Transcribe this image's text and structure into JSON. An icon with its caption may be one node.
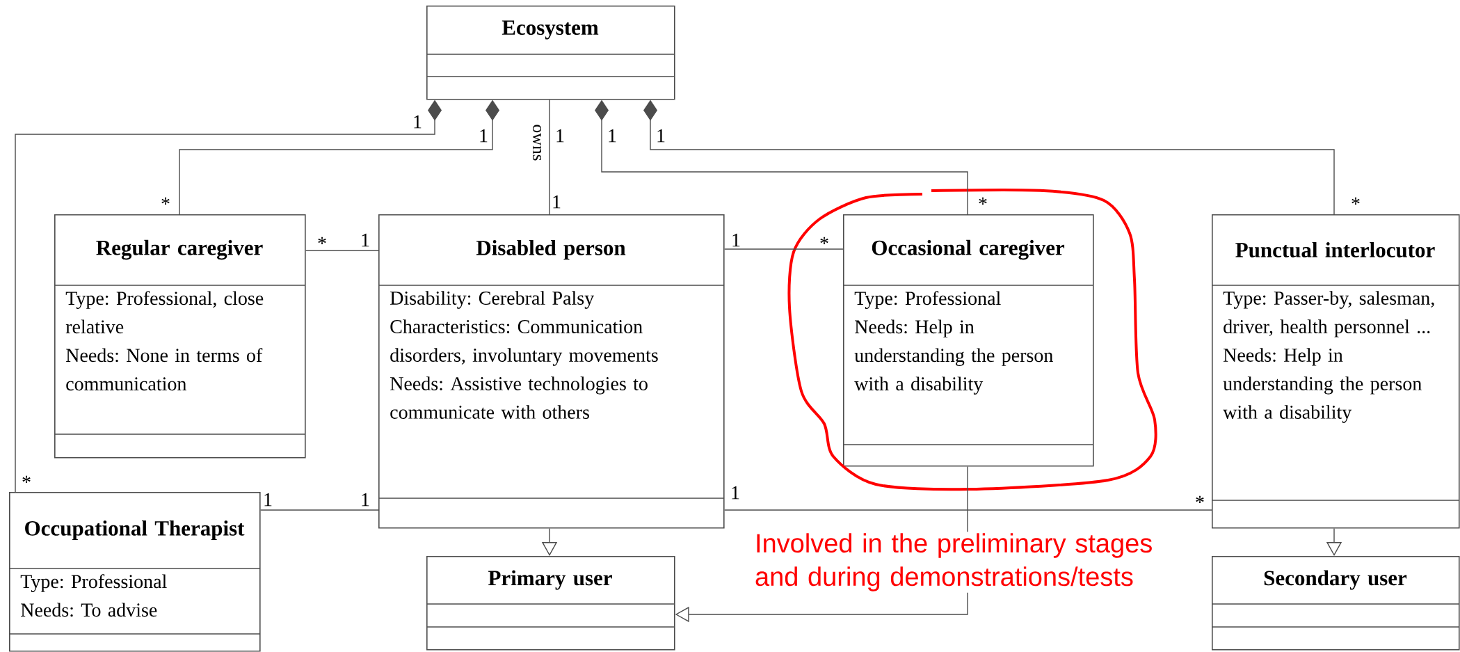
{
  "diagram": {
    "nodes": [
      {
        "text": [
          "Ecosystem"
        ]
      },
      {
        "text": [
          "Regular caregiver",
          "Type: Professional, close relative",
          "Needs: None in terms of communication"
        ]
      },
      {
        "text": [
          "Disabled person",
          "Disability: Cerebral Palsy",
          "Characteristics: Communication disorders, involuntary movements",
          "Needs: Assistive technologies to communicate with others"
        ]
      },
      {
        "text": [
          "Occasional caregiver",
          "Type: Professional",
          "Needs: Help in understanding the person with a disability"
        ]
      },
      {
        "text": [
          "Punctual interlocutor",
          "Type: Passer-by, salesman, driver, health personnel ...",
          "Needs: Help in understanding the person with a disability"
        ]
      },
      {
        "text": [
          "Occupational Therapist",
          "Type: Professional",
          "Needs: To advise"
        ]
      },
      {
        "text": [
          "Primary user"
        ]
      },
      {
        "text": [
          "Secondary user"
        ]
      }
    ],
    "edges": [
      {
        "from": 0,
        "to": 5,
        "arrow": "other"
      },
      {
        "from": 0,
        "to": 1,
        "arrow": "other"
      },
      {
        "from": 0,
        "to": 2,
        "arrow": "none",
        "label": "owns"
      },
      {
        "from": 0,
        "to": 3,
        "arrow": "other"
      },
      {
        "from": 0,
        "to": 4,
        "arrow": "other"
      },
      {
        "from": 1,
        "to": 2,
        "arrow": "none"
      },
      {
        "from": 2,
        "to": 3,
        "arrow": "none"
      },
      {
        "from": 5,
        "to": 2,
        "arrow": "none"
      },
      {
        "from": 2,
        "to": 4,
        "arrow": "none"
      },
      {
        "from": 2,
        "to": 6,
        "arrow": "to"
      },
      {
        "from": 3,
        "to": 6,
        "arrow": "to"
      },
      {
        "from": 4,
        "to": 7,
        "arrow": "to"
      }
    ],
    "labels": [
      "1",
      "1",
      "1",
      "1",
      "1",
      "*",
      "1",
      "*",
      "*",
      "*",
      "1",
      "1",
      "*",
      "*",
      "1",
      "1",
      "1",
      "*",
      "Involved in the preliminary stages and during demonstrations/tests"
    ]
  }
}
